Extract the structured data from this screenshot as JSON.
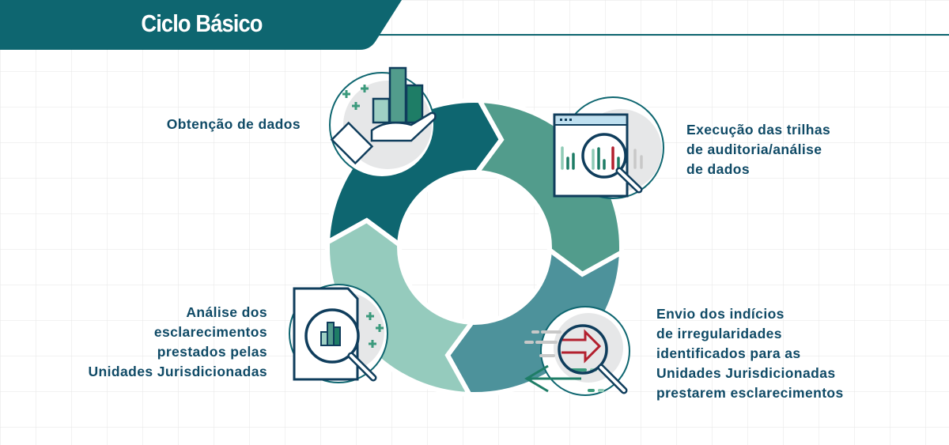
{
  "header": {
    "title": "Ciclo Básico"
  },
  "steps": [
    {
      "label": "Obtenção de dados",
      "icon": "hand-with-chart-icon",
      "color": "#0e6670"
    },
    {
      "label_lines": [
        "Execução das trilhas",
        "de auditoria/análise",
        "de dados"
      ],
      "icon": "browser-chart-magnifier-icon",
      "color": "#529c8c"
    },
    {
      "label_lines": [
        "Envio dos indícios",
        "de irregularidades",
        "identificados para as",
        "Unidades Jurisdicionadas",
        "prestarem esclarecimentos"
      ],
      "icon": "arrows-magnifier-icon",
      "color": "#4d929b"
    },
    {
      "label_lines": [
        "Análise dos",
        "esclarecimentos",
        "prestados pelas",
        "Unidades Jurisdicionadas"
      ],
      "icon": "document-magnifier-icon",
      "color": "#95cbbd"
    }
  ],
  "colors": {
    "header": "#0e6670",
    "text": "#0f4a66",
    "icon_stroke": "#0f3d5c",
    "accent_red": "#b3202e"
  }
}
